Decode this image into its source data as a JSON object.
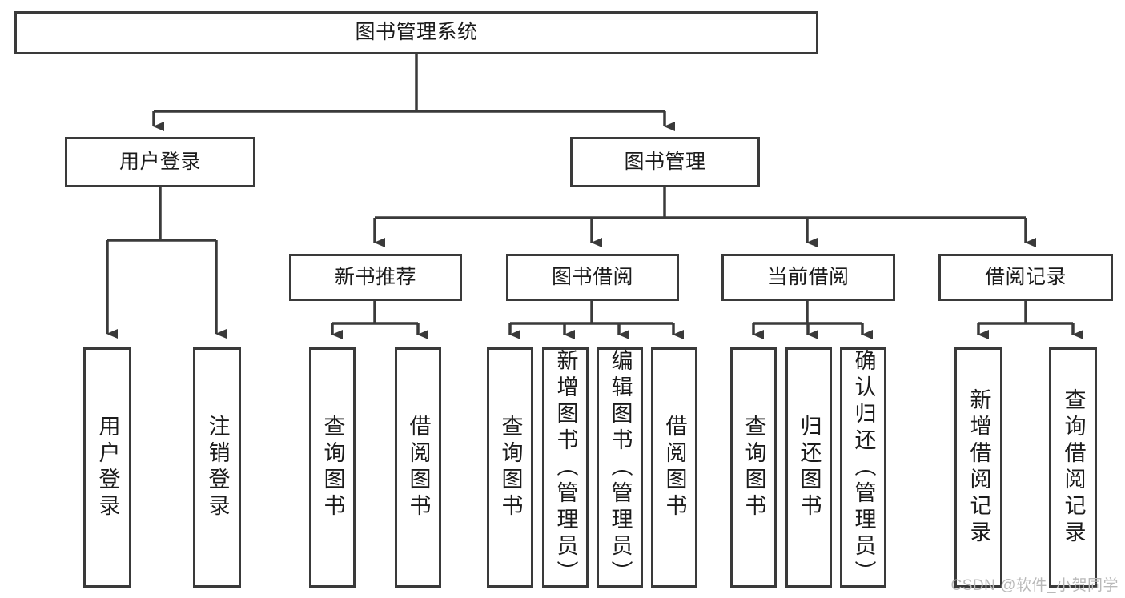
{
  "diagram": {
    "title_node": {
      "label": "图书管理系统"
    },
    "level2": [
      {
        "id": "user-login",
        "label": "用户登录"
      },
      {
        "id": "book-management",
        "label": "图书管理"
      }
    ],
    "level3": [
      {
        "id": "new-book-recommend",
        "label": "新书推荐"
      },
      {
        "id": "book-borrow",
        "label": "图书借阅"
      },
      {
        "id": "current-borrow",
        "label": "当前借阅"
      },
      {
        "id": "borrow-record",
        "label": "借阅记录"
      }
    ],
    "leaves": [
      {
        "id": "leaf-user-login",
        "label": "用户登录"
      },
      {
        "id": "leaf-logout-login",
        "label": "注销登录"
      },
      {
        "id": "leaf-query-book-1",
        "label": "查询图书"
      },
      {
        "id": "leaf-borrow-book-1",
        "label": "借阅图书"
      },
      {
        "id": "leaf-query-book-2",
        "label": "查询图书"
      },
      {
        "id": "leaf-add-book",
        "label": "新增图书（管理员）"
      },
      {
        "id": "leaf-edit-book",
        "label": "编辑图书（管理员）"
      },
      {
        "id": "leaf-borrow-book-2",
        "label": "借阅图书"
      },
      {
        "id": "leaf-query-book-3",
        "label": "查询图书"
      },
      {
        "id": "leaf-return-book",
        "label": "归还图书"
      },
      {
        "id": "leaf-confirm-return",
        "label": "确认归还（管理员）"
      },
      {
        "id": "leaf-add-borrow-record",
        "label": "新增借阅记录"
      },
      {
        "id": "leaf-query-borrow-record",
        "label": "查询借阅记录"
      }
    ],
    "colors": {
      "stroke": "#3a3a3a",
      "text": "#1b1b1b",
      "background": "#ffffff",
      "watermark": "#b9b9b9"
    }
  },
  "watermark": {
    "text": "CSDN @软件_小贺同学"
  }
}
